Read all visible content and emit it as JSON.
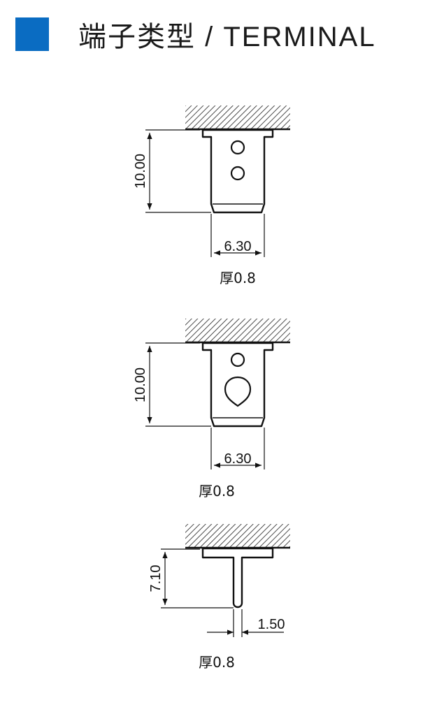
{
  "header": {
    "title": "端子类型 / TERMINAL",
    "accent_color": "#0a6cc2"
  },
  "terminals": [
    {
      "type": "two-holes",
      "height_label": "10.00",
      "width_label": "6.30",
      "thickness_label": "厚0.8"
    },
    {
      "type": "hole-and-teardrop",
      "height_label": "10.00",
      "width_label": "6.30",
      "thickness_label": "厚0.8"
    },
    {
      "type": "pin",
      "height_label": "7.10",
      "width_label": "1.50",
      "thickness_label": "厚0.8"
    }
  ]
}
